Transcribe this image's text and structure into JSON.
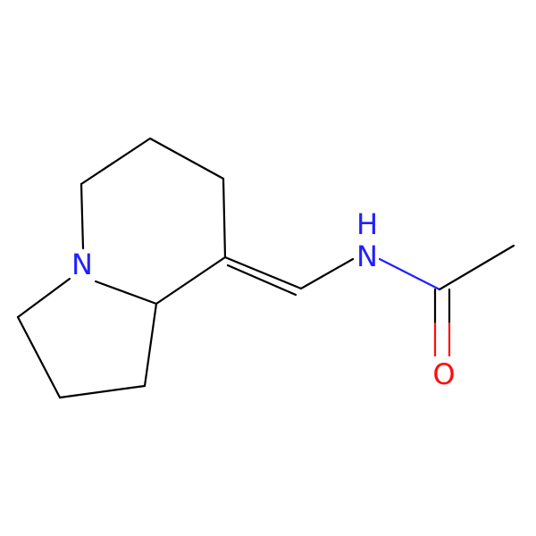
{
  "molecule": {
    "atoms": {
      "n_ring": "N",
      "nh_n": "N",
      "nh_h": "H",
      "o": "O"
    },
    "colors": {
      "carbon_bond": "#000000",
      "nitrogen": "#2020ff",
      "oxygen": "#ff0d0d",
      "background": "#ffffff"
    }
  }
}
